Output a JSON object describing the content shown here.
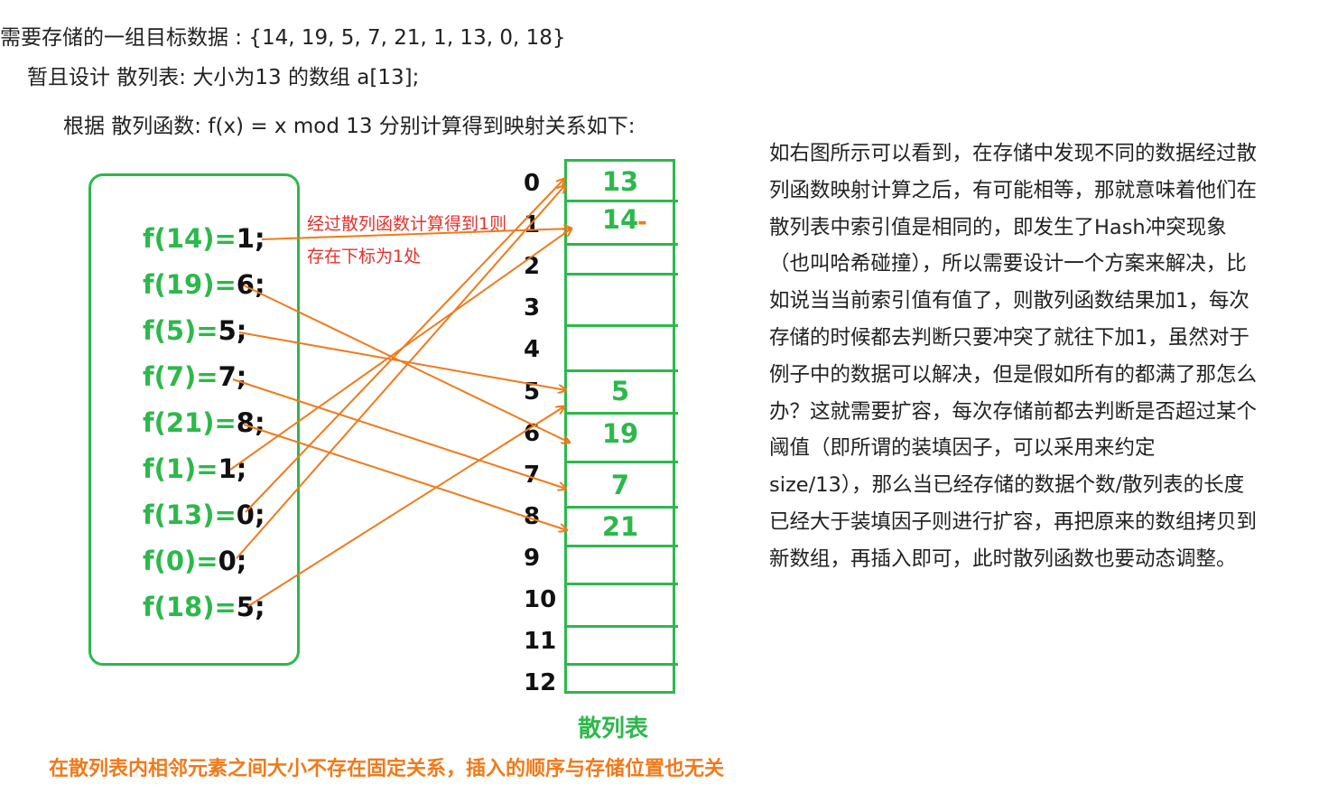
{
  "intro": {
    "line1": "需要存储的一组目标数据 : {14, 19, 5, 7, 21, 1, 13, 0, 18}",
    "line2": "暂且设计 散列表: 大小为13 的数组 a[13];",
    "line3": "根据 散列函数: f(x) = x mod 13 分别计算得到映射关系如下:"
  },
  "mappings": [
    {
      "expr": "f(14)=",
      "result": "1",
      "semi": ";",
      "target": 1
    },
    {
      "expr": "f(19)=",
      "result": "6",
      "semi": ";",
      "target": 6
    },
    {
      "expr": "f(5)=",
      "result": "5",
      "semi": ";",
      "target": 5
    },
    {
      "expr": "f(7)=",
      "result": "7",
      "semi": ";",
      "target": 7
    },
    {
      "expr": "f(21)=",
      "result": "8",
      "semi": ";",
      "target": 8
    },
    {
      "expr": "f(1)=",
      "result": "1",
      "semi": ";",
      "target": 1
    },
    {
      "expr": "f(13)=",
      "result": "0",
      "semi": ";",
      "target": 0
    },
    {
      "expr": "f(0)=",
      "result": "0",
      "semi": ";",
      "target": 0
    },
    {
      "expr": "f(18)=",
      "result": "5",
      "semi": ";",
      "target": 5
    }
  ],
  "table": {
    "caption": "散列表",
    "indices": [
      "0",
      "1",
      "2",
      "3",
      "4",
      "5",
      "6",
      "7",
      "8",
      "9",
      "10",
      "11",
      "12"
    ],
    "cells": [
      "13",
      "14",
      "",
      "",
      "",
      "5",
      "19",
      "7",
      "21",
      "",
      "",
      "",
      ""
    ]
  },
  "annotation": {
    "line1": "经过散列函数计算得到1则",
    "line2": "存在下标为1处",
    "dash": "-"
  },
  "explanation": [
    "如右图所示可以看到，在存储中发现不同的数据经过散",
    "列函数映射计算之后，有可能相等，那就意味着他们在",
    "散列表中索引值是相同的，即发生了Hash冲突现象",
    "（也叫哈希碰撞），所以需要设计一个方案来解决，比",
    "如说当当前索引值有值了，则散列函数结果加1，每次",
    "存储的时候都去判断只要冲突了就往下加1，虽然对于",
    "例子中的数据可以解决，但是假如所有的都满了那怎么",
    "办？这就需要扩容，每次存储前都去判断是否超过某个",
    "阈值（即所谓的装填因子，可以采用来约定",
    "size/13），那么当已经存储的数据个数/散列表的长度",
    "已经大于装填因子则进行扩容，再把原来的数组拷贝到",
    "新数组，再插入即可，此时散列函数也要动态调整。"
  ],
  "bottom_note": "在散列表内相邻元素之间大小不存在固定关系，插入的顺序与存储位置也无关",
  "colors": {
    "green": "#2db84b",
    "orange": "#f07a1a",
    "red": "#e3322b"
  }
}
